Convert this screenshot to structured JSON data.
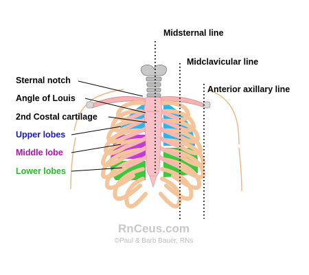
{
  "labels": {
    "midsternal_line": "Midsternal line",
    "midclavicular_line": "Midclavicular line",
    "anterior_axillary_line": "Anterior axillary line",
    "sternal_notch": "Sternal notch",
    "angle_of_louis": "Angle of Louis",
    "second_costal_cartilage": "2nd Costal cartilage",
    "upper_lobes": "Upper lobes",
    "middle_lobe": "Middle lobe",
    "lower_lobes": "Lower lobes"
  },
  "watermark": {
    "site": "RnCeus.com",
    "credit": "©Paul & Barb Bauer, RNs"
  },
  "colors": {
    "upper_lobes": "#1818c8",
    "middle_lobe": "#b010b0",
    "lower_lobes": "#28b828",
    "rib": "#f4c49a",
    "cartilage": "#f7b7b2",
    "sternum": "#f9c0c6",
    "vertebra": "#b8b8b8",
    "lung_upper": "#29b6ee",
    "lung_middle": "#c23bd6",
    "lung_lower": "#3cc83c",
    "skin_outline": "#f2b27c",
    "label_text": "#000000"
  }
}
